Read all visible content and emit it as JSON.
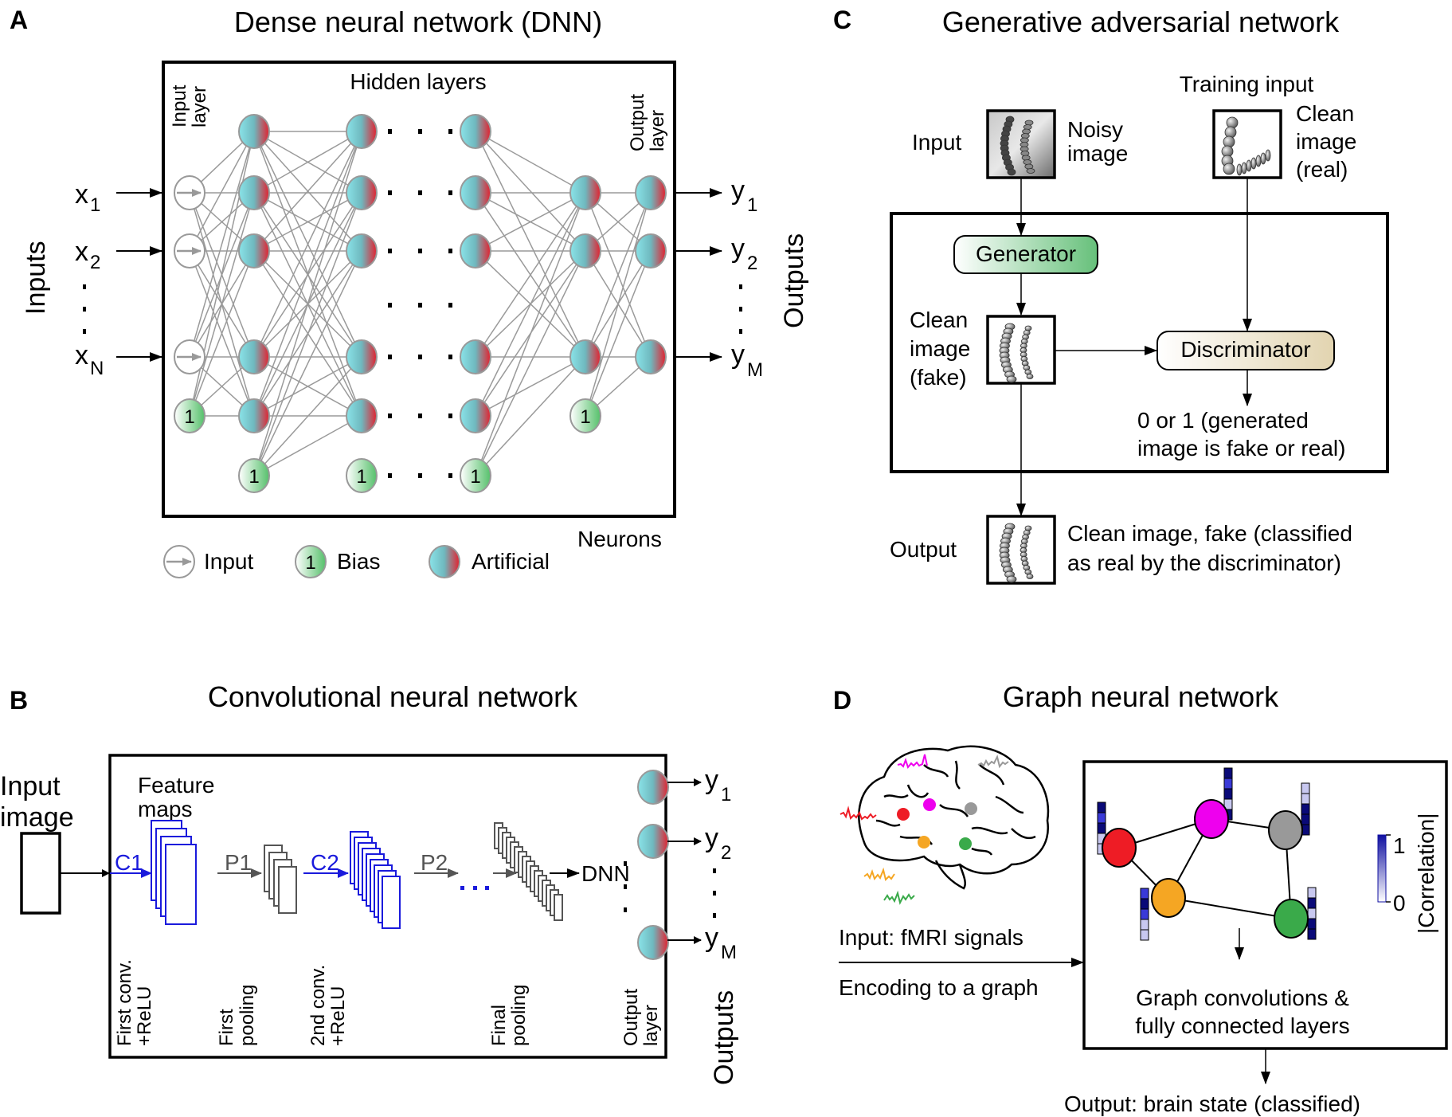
{
  "panels": {
    "A": {
      "letter": "A",
      "title": "Dense neural network (DNN)",
      "hidden_layers": "Hidden layers",
      "input_layer_1": "Input",
      "input_layer_2": "layer",
      "output_layer_1": "Output",
      "output_layer_2": "layer",
      "inputs_side": "Inputs",
      "outputs_side": "Outputs",
      "x_labels": [
        {
          "base": "x",
          "sub": "1"
        },
        {
          "base": "x",
          "sub": "2"
        },
        {
          "base": "x",
          "sub": "N"
        }
      ],
      "y_labels": [
        {
          "base": "y",
          "sub": "1"
        },
        {
          "base": "y",
          "sub": "2"
        },
        {
          "base": "y",
          "sub": "M"
        }
      ],
      "bias_value": "1",
      "neurons_label": "Neurons",
      "legend": {
        "input": "Input",
        "bias": "Bias",
        "artificial": "Artificial"
      }
    },
    "B": {
      "letter": "B",
      "title": "Convolutional neural network",
      "input_image_1": "Input",
      "input_image_2": "image",
      "feature_maps_1": "Feature",
      "feature_maps_2": "maps",
      "c1": "C1",
      "p1": "P1",
      "c2": "C2",
      "p2": "P2",
      "dnn": "DNN",
      "vertical_labels": [
        [
          "First conv.",
          "+ReLU"
        ],
        [
          "First",
          "pooling"
        ],
        [
          "2nd conv.",
          "+ReLU"
        ],
        [
          "Final",
          "pooling"
        ],
        [
          "Output",
          "layer"
        ]
      ],
      "outputs_side": "Outputs",
      "y_labels": [
        {
          "base": "y",
          "sub": "1"
        },
        {
          "base": "y",
          "sub": "2"
        },
        {
          "base": "y",
          "sub": "M"
        }
      ]
    },
    "C": {
      "letter": "C",
      "title": "Generative adversarial network",
      "training_input": "Training input",
      "input": "Input",
      "noisy_1": "Noisy",
      "noisy_2": "image",
      "clean_real": [
        "Clean",
        "image",
        "(real)"
      ],
      "generator": "Generator",
      "discriminator": "Discriminator",
      "clean_fake": [
        "Clean",
        "image",
        "(fake)"
      ],
      "decision": [
        "0 or 1 (generated",
        "image is fake or real)"
      ],
      "output": "Output",
      "output_desc": [
        "Clean image, fake (classified",
        "as real by the discriminator)"
      ]
    },
    "D": {
      "letter": "D",
      "title": "Graph neural network",
      "input_signals": "Input: fMRI signals",
      "encoding": "Encoding to a graph",
      "graph_conv": [
        "Graph convolutions &",
        "fully connected layers"
      ],
      "output": "Output: brain state (classified)",
      "colorbar_label": "|Correlation|",
      "colorbar_max": "1",
      "colorbar_min": "0",
      "node_colors": {
        "red": "#ee1c25",
        "magenta": "#ee00ee",
        "gray": "#999999",
        "orange": "#f5a623",
        "green": "#3aaa4a"
      }
    }
  },
  "colors": {
    "conv_blue": "#1a1adc",
    "neuron_cyan": "#7fd6dc",
    "neuron_red": "#e02030",
    "bias_green": "#5cc070",
    "generator_green": "#6cc07a",
    "discriminator_tan": "#e6d9bb",
    "connection_gray": "#999999"
  }
}
